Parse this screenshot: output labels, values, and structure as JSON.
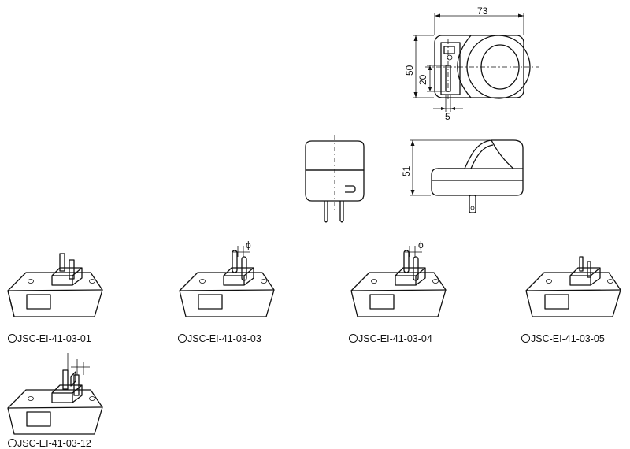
{
  "dimensions": {
    "width_top": "73",
    "height_front": "50",
    "slot_height": "20",
    "pin_width": "5",
    "height_side": "51",
    "pin_diameter": "ϕ"
  },
  "models": [
    {
      "label": "JSC-EI-41-03-01"
    },
    {
      "label": "JSC-EI-41-03-03"
    },
    {
      "label": "JSC-EI-41-03-04"
    },
    {
      "label": "JSC-EI-41-03-05"
    },
    {
      "label": "JSC-EI-41-03-12"
    }
  ]
}
